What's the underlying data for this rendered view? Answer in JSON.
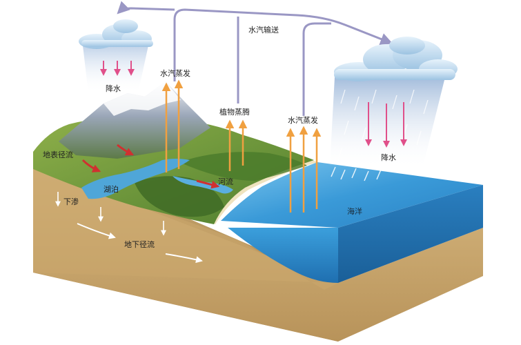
{
  "labels": {
    "vapor_transport": "水汽输送",
    "precip_left": "降水",
    "precip_right": "降水",
    "evap_left": "水汽蒸发",
    "evap_right": "水汽蒸发",
    "transpiration": "植物蒸腾",
    "surface_runoff": "地表径流",
    "lake": "湖泊",
    "river": "河流",
    "infiltration": "下渗",
    "groundwater_runoff": "地下径流",
    "ocean": "海洋"
  },
  "colors": {
    "transport_arrow": "#9a97c4",
    "evap_arrow": "#f0a040",
    "precip_arrow": "#e0508a",
    "runoff_arrow": "#d03030",
    "ocean": "#2f8fd0",
    "soil": "#c9a66b",
    "land": "#6f9a3a"
  }
}
